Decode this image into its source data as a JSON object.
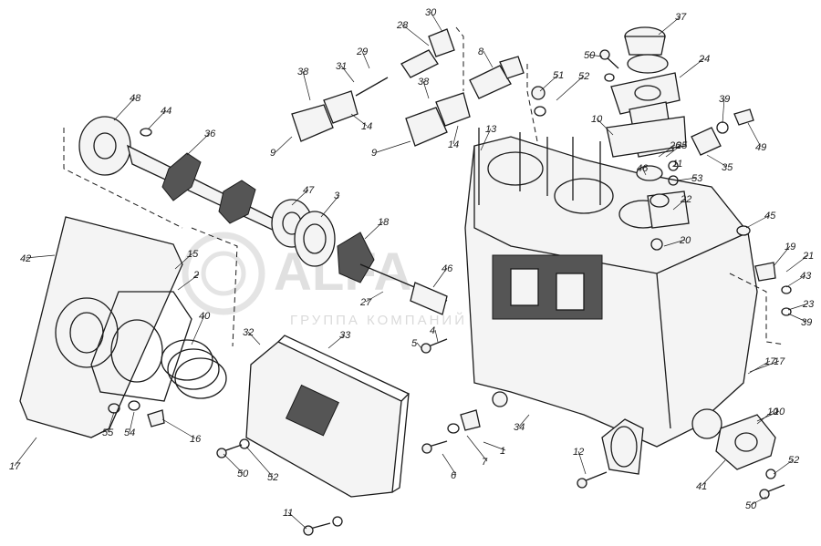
{
  "watermark": {
    "brand": "ALFA",
    "subtitle": "ГРУППА КОМПАНИЙ"
  },
  "callouts": [
    "1",
    "2",
    "3",
    "4",
    "5",
    "6",
    "7",
    "8",
    "9",
    "9",
    "10",
    "10",
    "10",
    "11",
    "11",
    "12",
    "13",
    "14",
    "14",
    "15",
    "16",
    "17",
    "17",
    "17",
    "18",
    "19",
    "20",
    "21",
    "22",
    "23",
    "24",
    "25",
    "26",
    "27",
    "28",
    "29",
    "30",
    "31",
    "32",
    "33",
    "34",
    "35",
    "36",
    "37",
    "38",
    "38",
    "39",
    "39",
    "40",
    "41",
    "42",
    "43",
    "44",
    "45",
    "46",
    "46",
    "47",
    "48",
    "49",
    "50",
    "50",
    "50",
    "51",
    "52",
    "52",
    "52",
    "53",
    "54",
    "55"
  ]
}
